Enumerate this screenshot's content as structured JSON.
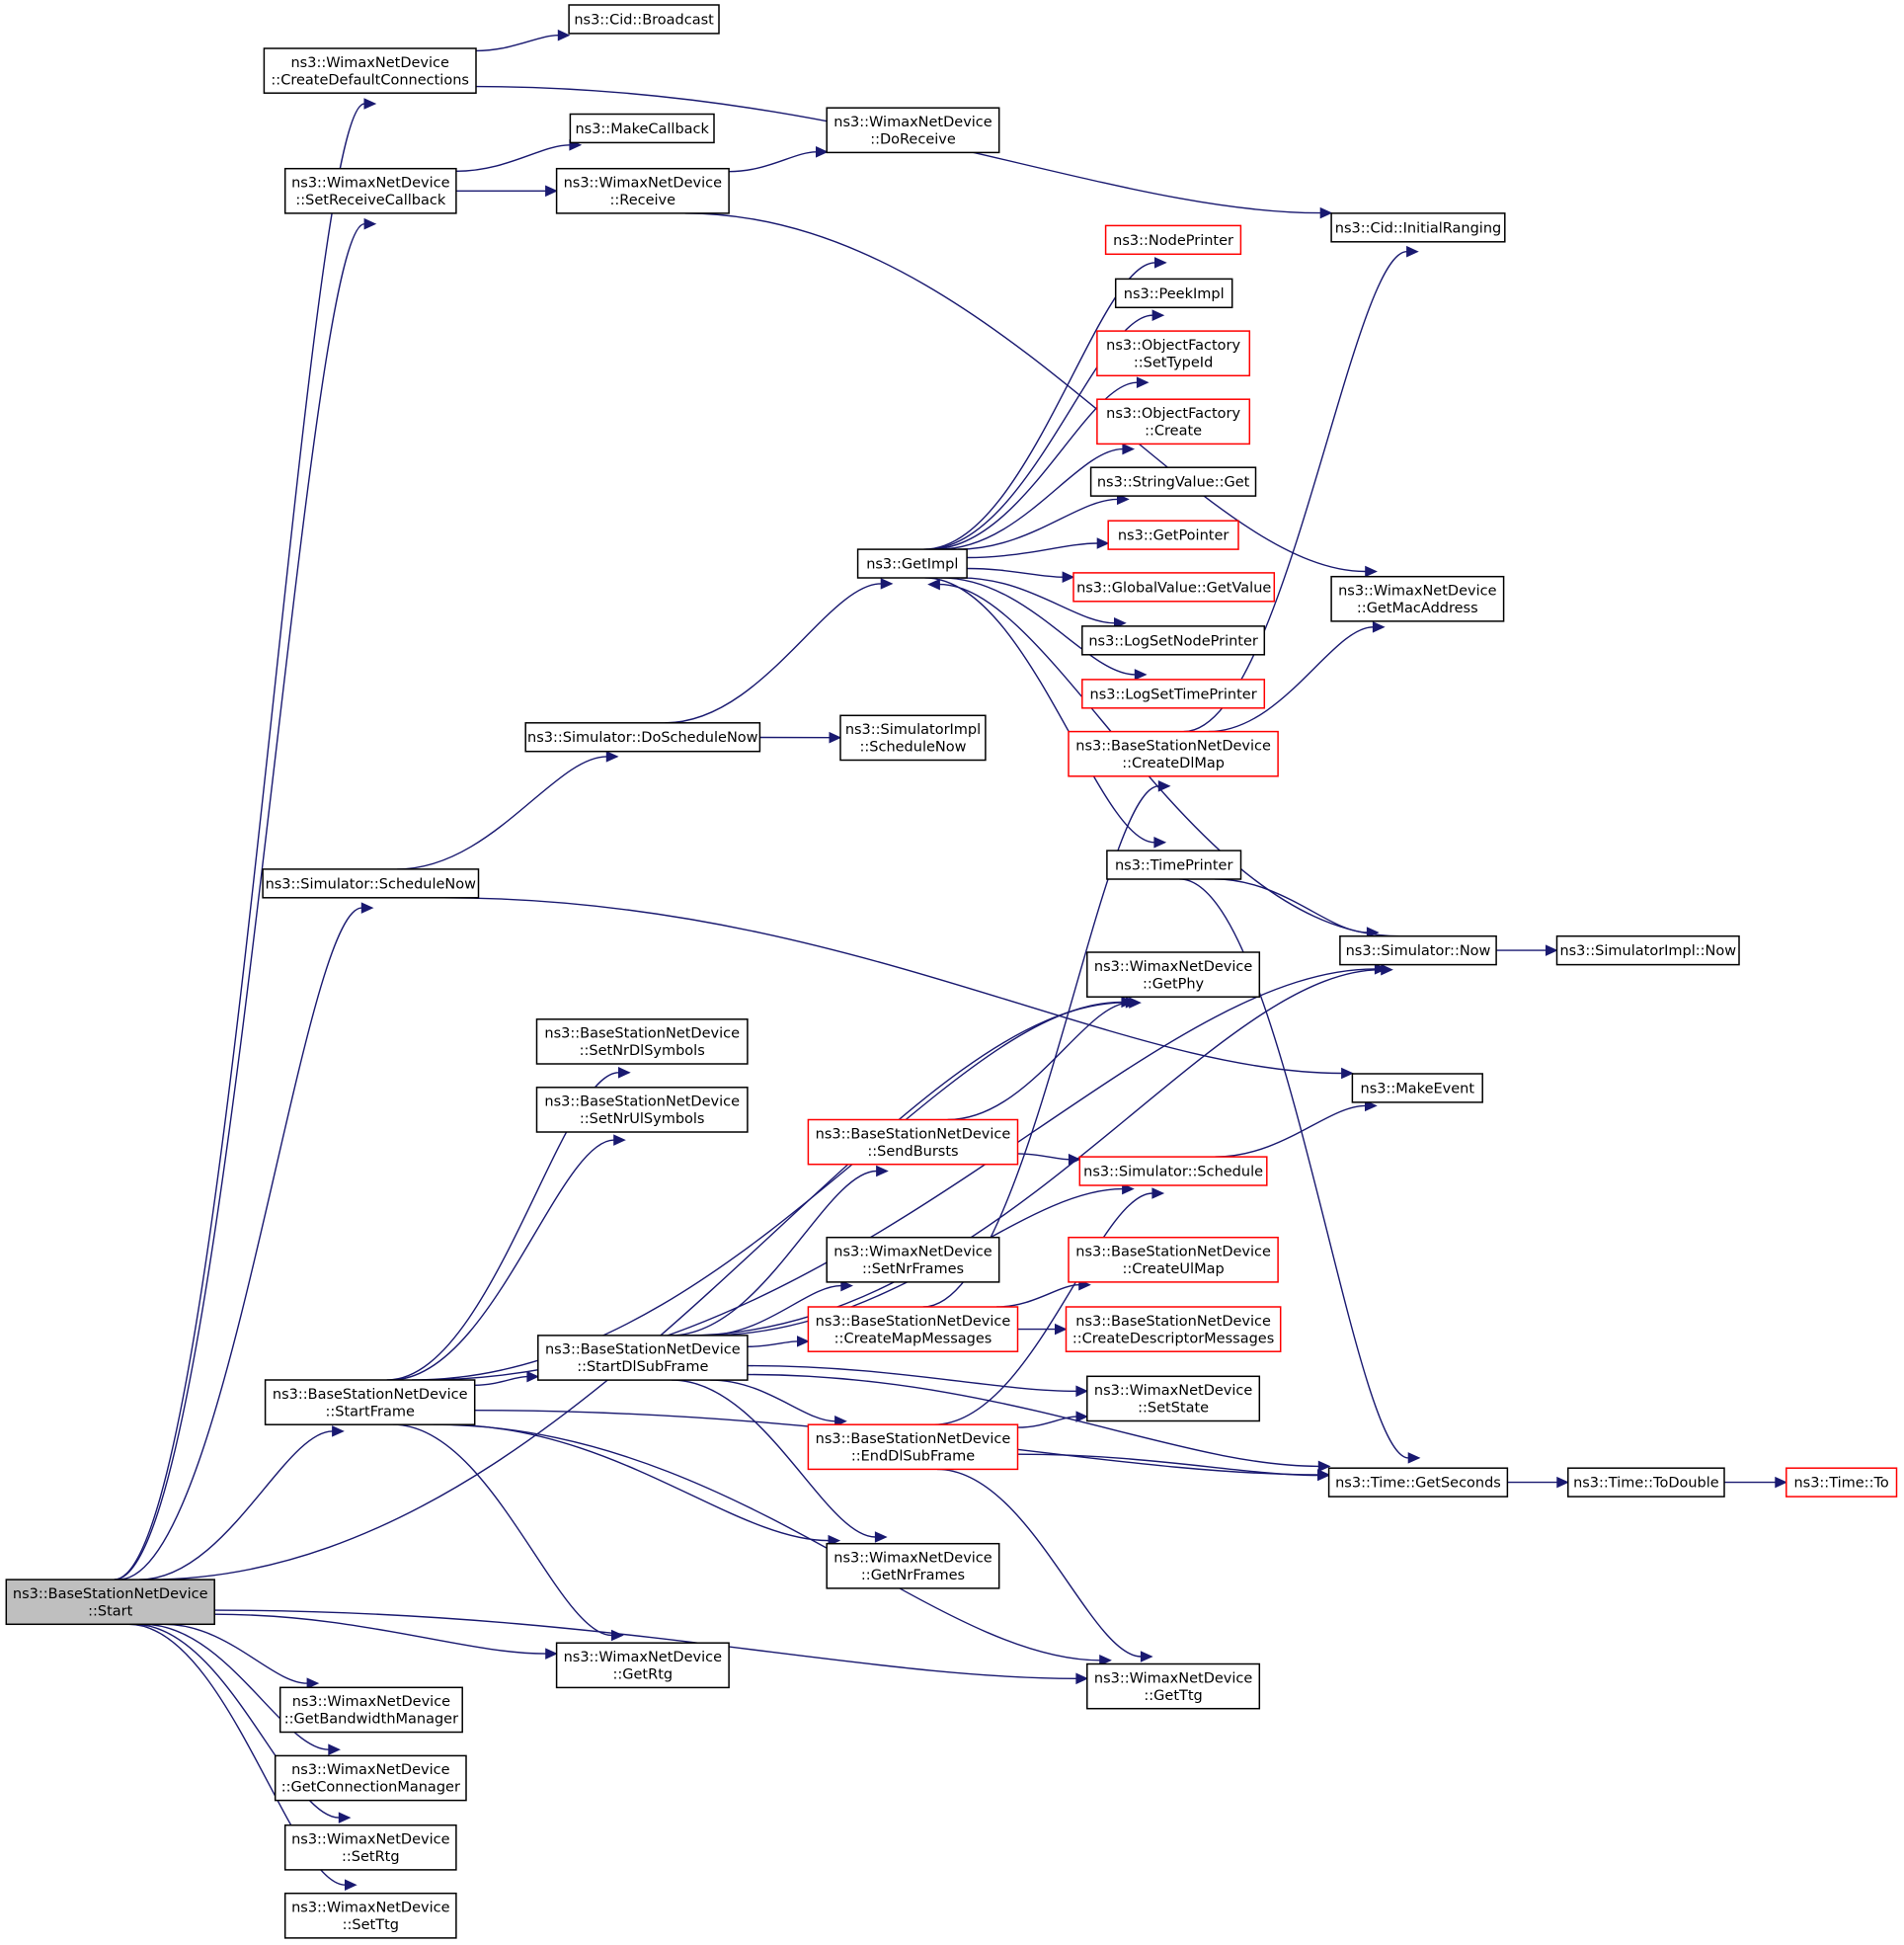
{
  "colors": {
    "edge": "#191970",
    "root_fill": "#bfbfbf",
    "normal_border": "#000000",
    "missing_border": "#ff0000"
  },
  "nodes": {
    "start": {
      "lines": [
        "ns3::BaseStationNetDevice",
        "::Start"
      ],
      "style": "root"
    },
    "create_default_connections": {
      "lines": [
        "ns3::WimaxNetDevice",
        "::CreateDefaultConnections"
      ],
      "style": "normal"
    },
    "cid_broadcast": {
      "lines": [
        "ns3::Cid::Broadcast"
      ],
      "style": "normal"
    },
    "make_callback": {
      "lines": [
        "ns3::MakeCallback"
      ],
      "style": "normal"
    },
    "set_receive_callback": {
      "lines": [
        "ns3::WimaxNetDevice",
        "::SetReceiveCallback"
      ],
      "style": "normal"
    },
    "receive": {
      "lines": [
        "ns3::WimaxNetDevice",
        "::Receive"
      ],
      "style": "normal"
    },
    "do_receive": {
      "lines": [
        "ns3::WimaxNetDevice",
        "::DoReceive"
      ],
      "style": "normal"
    },
    "cid_initial_ranging": {
      "lines": [
        "ns3::Cid::InitialRanging"
      ],
      "style": "normal"
    },
    "node_printer": {
      "lines": [
        "ns3::NodePrinter"
      ],
      "style": "missing"
    },
    "peek_impl": {
      "lines": [
        "ns3::PeekImpl"
      ],
      "style": "normal"
    },
    "of_set_type_id": {
      "lines": [
        "ns3::ObjectFactory",
        "::SetTypeId"
      ],
      "style": "missing"
    },
    "of_create": {
      "lines": [
        "ns3::ObjectFactory",
        "::Create"
      ],
      "style": "missing"
    },
    "string_value_get": {
      "lines": [
        "ns3::StringValue::Get"
      ],
      "style": "normal"
    },
    "get_pointer": {
      "lines": [
        "ns3::GetPointer"
      ],
      "style": "missing"
    },
    "get_impl": {
      "lines": [
        "ns3::GetImpl"
      ],
      "style": "normal"
    },
    "global_value_get_value": {
      "lines": [
        "ns3::GlobalValue::GetValue"
      ],
      "style": "missing"
    },
    "get_mac_address": {
      "lines": [
        "ns3::WimaxNetDevice",
        "::GetMacAddress"
      ],
      "style": "normal"
    },
    "log_set_node_printer": {
      "lines": [
        "ns3::LogSetNodePrinter"
      ],
      "style": "normal"
    },
    "log_set_time_printer": {
      "lines": [
        "ns3::LogSetTimePrinter"
      ],
      "style": "missing"
    },
    "do_schedule_now": {
      "lines": [
        "ns3::Simulator::DoScheduleNow"
      ],
      "style": "normal"
    },
    "simimpl_schedule_now": {
      "lines": [
        "ns3::SimulatorImpl",
        "::ScheduleNow"
      ],
      "style": "normal"
    },
    "create_dl_map": {
      "lines": [
        "ns3::BaseStationNetDevice",
        "::CreateDlMap"
      ],
      "style": "missing"
    },
    "time_printer": {
      "lines": [
        "ns3::TimePrinter"
      ],
      "style": "normal"
    },
    "schedule_now": {
      "lines": [
        "ns3::Simulator::ScheduleNow"
      ],
      "style": "normal"
    },
    "simulator_now": {
      "lines": [
        "ns3::Simulator::Now"
      ],
      "style": "normal"
    },
    "simimpl_now": {
      "lines": [
        "ns3::SimulatorImpl::Now"
      ],
      "style": "normal"
    },
    "get_phy": {
      "lines": [
        "ns3::WimaxNetDevice",
        "::GetPhy"
      ],
      "style": "normal"
    },
    "set_nr_dl_symbols": {
      "lines": [
        "ns3::BaseStationNetDevice",
        "::SetNrDlSymbols"
      ],
      "style": "normal"
    },
    "make_event": {
      "lines": [
        "ns3::MakeEvent"
      ],
      "style": "normal"
    },
    "set_nr_ul_symbols": {
      "lines": [
        "ns3::BaseStationNetDevice",
        "::SetNrUlSymbols"
      ],
      "style": "normal"
    },
    "send_bursts": {
      "lines": [
        "ns3::BaseStationNetDevice",
        "::SendBursts"
      ],
      "style": "missing"
    },
    "simulator_schedule": {
      "lines": [
        "ns3::Simulator::Schedule"
      ],
      "style": "missing"
    },
    "set_nr_frames": {
      "lines": [
        "ns3::WimaxNetDevice",
        "::SetNrFrames"
      ],
      "style": "normal"
    },
    "create_ul_map": {
      "lines": [
        "ns3::BaseStationNetDevice",
        "::CreateUlMap"
      ],
      "style": "missing"
    },
    "create_map_messages": {
      "lines": [
        "ns3::BaseStationNetDevice",
        "::CreateMapMessages"
      ],
      "style": "missing"
    },
    "create_descriptor_messages": {
      "lines": [
        "ns3::BaseStationNetDevice",
        "::CreateDescriptorMessages"
      ],
      "style": "missing"
    },
    "start_dl_sub_frame": {
      "lines": [
        "ns3::BaseStationNetDevice",
        "::StartDlSubFrame"
      ],
      "style": "normal"
    },
    "start_frame": {
      "lines": [
        "ns3::BaseStationNetDevice",
        "::StartFrame"
      ],
      "style": "normal"
    },
    "set_state": {
      "lines": [
        "ns3::WimaxNetDevice",
        "::SetState"
      ],
      "style": "normal"
    },
    "end_dl_sub_frame": {
      "lines": [
        "ns3::BaseStationNetDevice",
        "::EndDlSubFrame"
      ],
      "style": "missing"
    },
    "time_get_seconds": {
      "lines": [
        "ns3::Time::GetSeconds"
      ],
      "style": "normal"
    },
    "time_to_double": {
      "lines": [
        "ns3::Time::ToDouble"
      ],
      "style": "normal"
    },
    "time_to": {
      "lines": [
        "ns3::Time::To"
      ],
      "style": "missing"
    },
    "get_nr_frames": {
      "lines": [
        "ns3::WimaxNetDevice",
        "::GetNrFrames"
      ],
      "style": "normal"
    },
    "get_rtg": {
      "lines": [
        "ns3::WimaxNetDevice",
        "::GetRtg"
      ],
      "style": "normal"
    },
    "get_ttg": {
      "lines": [
        "ns3::WimaxNetDevice",
        "::GetTtg"
      ],
      "style": "normal"
    },
    "get_bandwidth_manager": {
      "lines": [
        "ns3::WimaxNetDevice",
        "::GetBandwidthManager"
      ],
      "style": "normal"
    },
    "get_connection_manager": {
      "lines": [
        "ns3::WimaxNetDevice",
        "::GetConnectionManager"
      ],
      "style": "normal"
    },
    "set_rtg": {
      "lines": [
        "ns3::WimaxNetDevice",
        "::SetRtg"
      ],
      "style": "normal"
    },
    "set_ttg": {
      "lines": [
        "ns3::WimaxNetDevice",
        "::SetTtg"
      ],
      "style": "normal"
    }
  },
  "edges": [
    [
      "start",
      "create_default_connections"
    ],
    [
      "start",
      "set_receive_callback"
    ],
    [
      "start",
      "schedule_now"
    ],
    [
      "start",
      "get_phy"
    ],
    [
      "start",
      "start_frame"
    ],
    [
      "start",
      "get_rtg"
    ],
    [
      "start",
      "get_ttg"
    ],
    [
      "start",
      "get_bandwidth_manager"
    ],
    [
      "start",
      "get_connection_manager"
    ],
    [
      "start",
      "set_rtg"
    ],
    [
      "start",
      "set_ttg"
    ],
    [
      "create_default_connections",
      "cid_broadcast"
    ],
    [
      "create_default_connections",
      "cid_initial_ranging"
    ],
    [
      "set_receive_callback",
      "make_callback"
    ],
    [
      "set_receive_callback",
      "receive"
    ],
    [
      "receive",
      "do_receive"
    ],
    [
      "receive",
      "get_mac_address"
    ],
    [
      "schedule_now",
      "do_schedule_now"
    ],
    [
      "schedule_now",
      "make_event"
    ],
    [
      "do_schedule_now",
      "get_impl"
    ],
    [
      "do_schedule_now",
      "simimpl_schedule_now"
    ],
    [
      "get_impl",
      "node_printer"
    ],
    [
      "get_impl",
      "peek_impl"
    ],
    [
      "get_impl",
      "of_set_type_id"
    ],
    [
      "get_impl",
      "of_create"
    ],
    [
      "get_impl",
      "string_value_get"
    ],
    [
      "get_impl",
      "get_pointer"
    ],
    [
      "get_impl",
      "global_value_get_value"
    ],
    [
      "get_impl",
      "log_set_node_printer"
    ],
    [
      "get_impl",
      "log_set_time_printer"
    ],
    [
      "get_impl",
      "time_printer"
    ],
    [
      "time_printer",
      "simulator_now"
    ],
    [
      "time_printer",
      "time_get_seconds"
    ],
    [
      "simulator_now",
      "get_impl"
    ],
    [
      "simulator_now",
      "simimpl_now"
    ],
    [
      "create_dl_map",
      "cid_initial_ranging"
    ],
    [
      "create_dl_map",
      "get_mac_address"
    ],
    [
      "start_frame",
      "get_phy"
    ],
    [
      "start_frame",
      "set_nr_dl_symbols"
    ],
    [
      "start_frame",
      "set_nr_ul_symbols"
    ],
    [
      "start_frame",
      "start_dl_sub_frame"
    ],
    [
      "start_frame",
      "simulator_now"
    ],
    [
      "start_frame",
      "get_nr_frames"
    ],
    [
      "start_frame",
      "get_rtg"
    ],
    [
      "start_frame",
      "get_ttg"
    ],
    [
      "start_frame",
      "time_get_seconds"
    ],
    [
      "start_dl_sub_frame",
      "simulator_now"
    ],
    [
      "start_dl_sub_frame",
      "send_bursts"
    ],
    [
      "start_dl_sub_frame",
      "simulator_schedule"
    ],
    [
      "start_dl_sub_frame",
      "set_nr_frames"
    ],
    [
      "start_dl_sub_frame",
      "create_map_messages"
    ],
    [
      "start_dl_sub_frame",
      "set_state"
    ],
    [
      "start_dl_sub_frame",
      "end_dl_sub_frame"
    ],
    [
      "start_dl_sub_frame",
      "get_nr_frames"
    ],
    [
      "start_dl_sub_frame",
      "time_get_seconds"
    ],
    [
      "send_bursts",
      "get_phy"
    ],
    [
      "send_bursts",
      "simulator_schedule"
    ],
    [
      "simulator_schedule",
      "make_event"
    ],
    [
      "create_map_messages",
      "create_dl_map"
    ],
    [
      "create_map_messages",
      "create_ul_map"
    ],
    [
      "create_map_messages",
      "create_descriptor_messages"
    ],
    [
      "end_dl_sub_frame",
      "simulator_schedule"
    ],
    [
      "end_dl_sub_frame",
      "set_state"
    ],
    [
      "end_dl_sub_frame",
      "time_get_seconds"
    ],
    [
      "end_dl_sub_frame",
      "get_ttg"
    ],
    [
      "time_get_seconds",
      "time_to_double"
    ],
    [
      "time_to_double",
      "time_to"
    ]
  ]
}
